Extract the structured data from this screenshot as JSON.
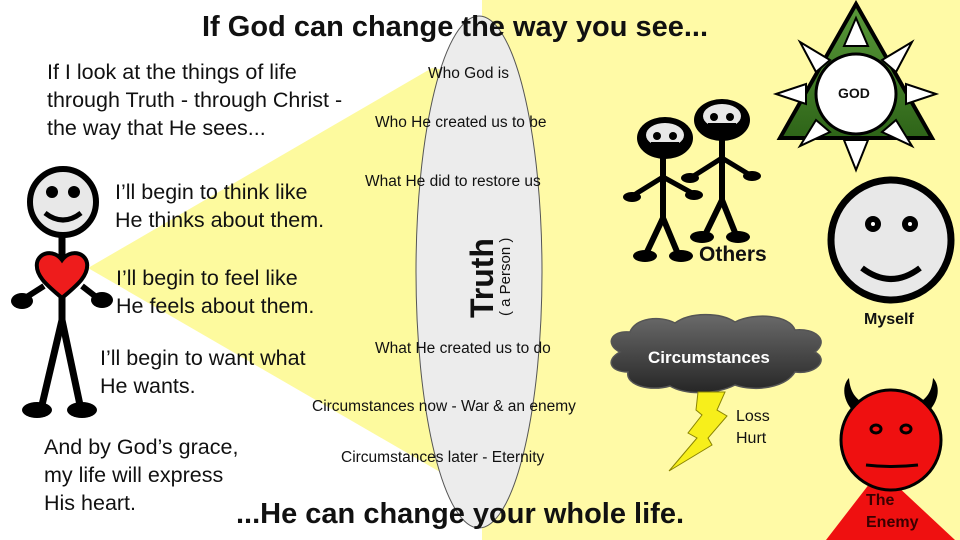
{
  "slide": {
    "title_top": "If God can change the way you see...",
    "title_bottom": "...He can change your whole life.",
    "colors": {
      "background_left": "#ffffff",
      "background_right": "#fffaa6",
      "beam": "#fdfa9e",
      "oval_fill": "#ececec",
      "heart": "#ee1c1c",
      "god_triangle": "#3e7a23",
      "enemy": "#ef1010",
      "cloud": "#3d3d3d",
      "lightning": "#f7ef1b"
    }
  },
  "left_column": {
    "intro": [
      "If I look at the things of life",
      "through Truth - through Christ -",
      "the way that He sees..."
    ],
    "think": [
      "I’ll begin to think like",
      "He thinks about them."
    ],
    "feel": [
      "I’ll begin to feel  like",
      "He feels about them."
    ],
    "want": [
      "I’ll begin to want what",
      "He wants."
    ],
    "grace": [
      "And by God’s grace,",
      "my life will express",
      "His heart."
    ]
  },
  "truth_oval": {
    "title": "Truth",
    "subtitle": "( a Person )",
    "items": [
      "Who God is",
      "Who He created us to be",
      "What He did to restore us",
      "What He created us to do",
      "Circumstances now - War & an enemy",
      "Circumstances later - Eternity"
    ]
  },
  "right_figures": {
    "god_label": "GOD",
    "others_label": "Others",
    "myself_label": "Myself",
    "circumstances_label": "Circumstances",
    "loss_label": "Loss",
    "hurt_label": "Hurt",
    "enemy_label_line1": "The",
    "enemy_label_line2": "Enemy"
  },
  "icons": {
    "person": "stick-figure-with-heart",
    "others": "two-stick-figures",
    "god": "triangle-sun",
    "myself": "smiley-face",
    "circumstances": "storm-cloud",
    "lightning": "lightning-bolt",
    "enemy": "devil-face"
  }
}
